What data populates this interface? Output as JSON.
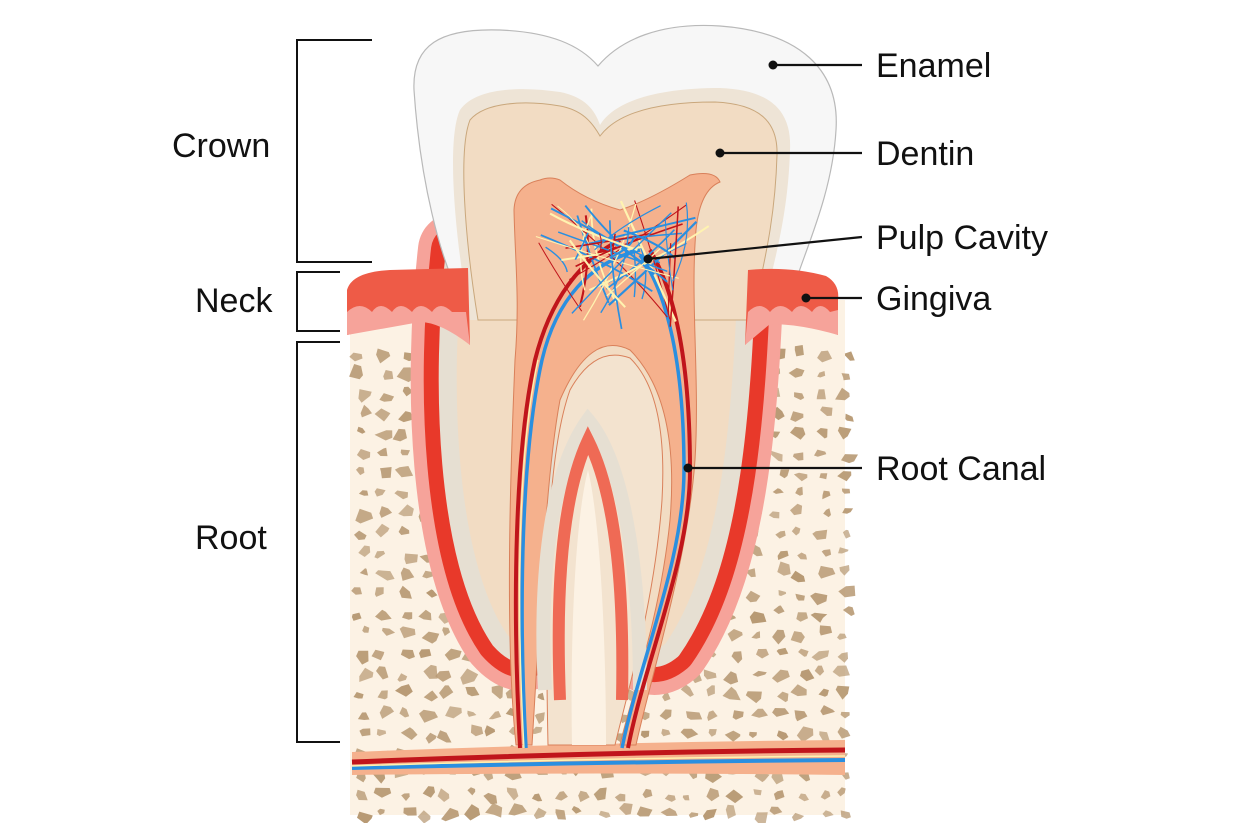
{
  "title": "Tooth anatomy",
  "regions": {
    "crown": "Crown",
    "neck": "Neck",
    "root": "Root"
  },
  "parts": {
    "enamel": "Enamel",
    "dentin": "Dentin",
    "pulp_cavity": "Pulp Cavity",
    "gingiva": "Gingiva",
    "root_canal": "Root Canal"
  },
  "colors": {
    "bone": "#fcf2e4",
    "bone_spot": "#b89a74",
    "gingiva": "#ee5b47",
    "gingiva_light": "#f6a39a",
    "pdl_red": "#e8392a",
    "cementum": "#e6dfd2",
    "dentin": "#f2dcc3",
    "pulp": "#f5b18d",
    "enamel": "#f7f7f7",
    "artery": "#c0151b",
    "vein": "#2a8fe0",
    "nerve": "#fff3b0"
  }
}
